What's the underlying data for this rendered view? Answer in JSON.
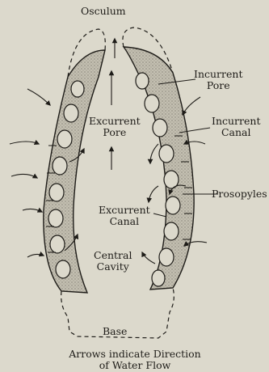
{
  "labels": {
    "osculum": "Osculum",
    "incurrent_pore": [
      "Incurrent",
      "Pore"
    ],
    "excurrent_pore": [
      "Excurrent",
      "Pore"
    ],
    "incurrent_canal": [
      "Incurrent",
      "Canal"
    ],
    "prosopyles": "Prosopyles",
    "excurrent_canal": [
      "Excurrent",
      "Canal"
    ],
    "central_cavity": [
      "Central",
      "Cavity"
    ],
    "base": "Base",
    "caption": [
      "Arrows indicate Direction",
      "of Water Flow"
    ]
  },
  "colors": {
    "background": "#dcd9cc",
    "ink": "#1e1c18",
    "wall_fill": "#b9b5a7"
  }
}
